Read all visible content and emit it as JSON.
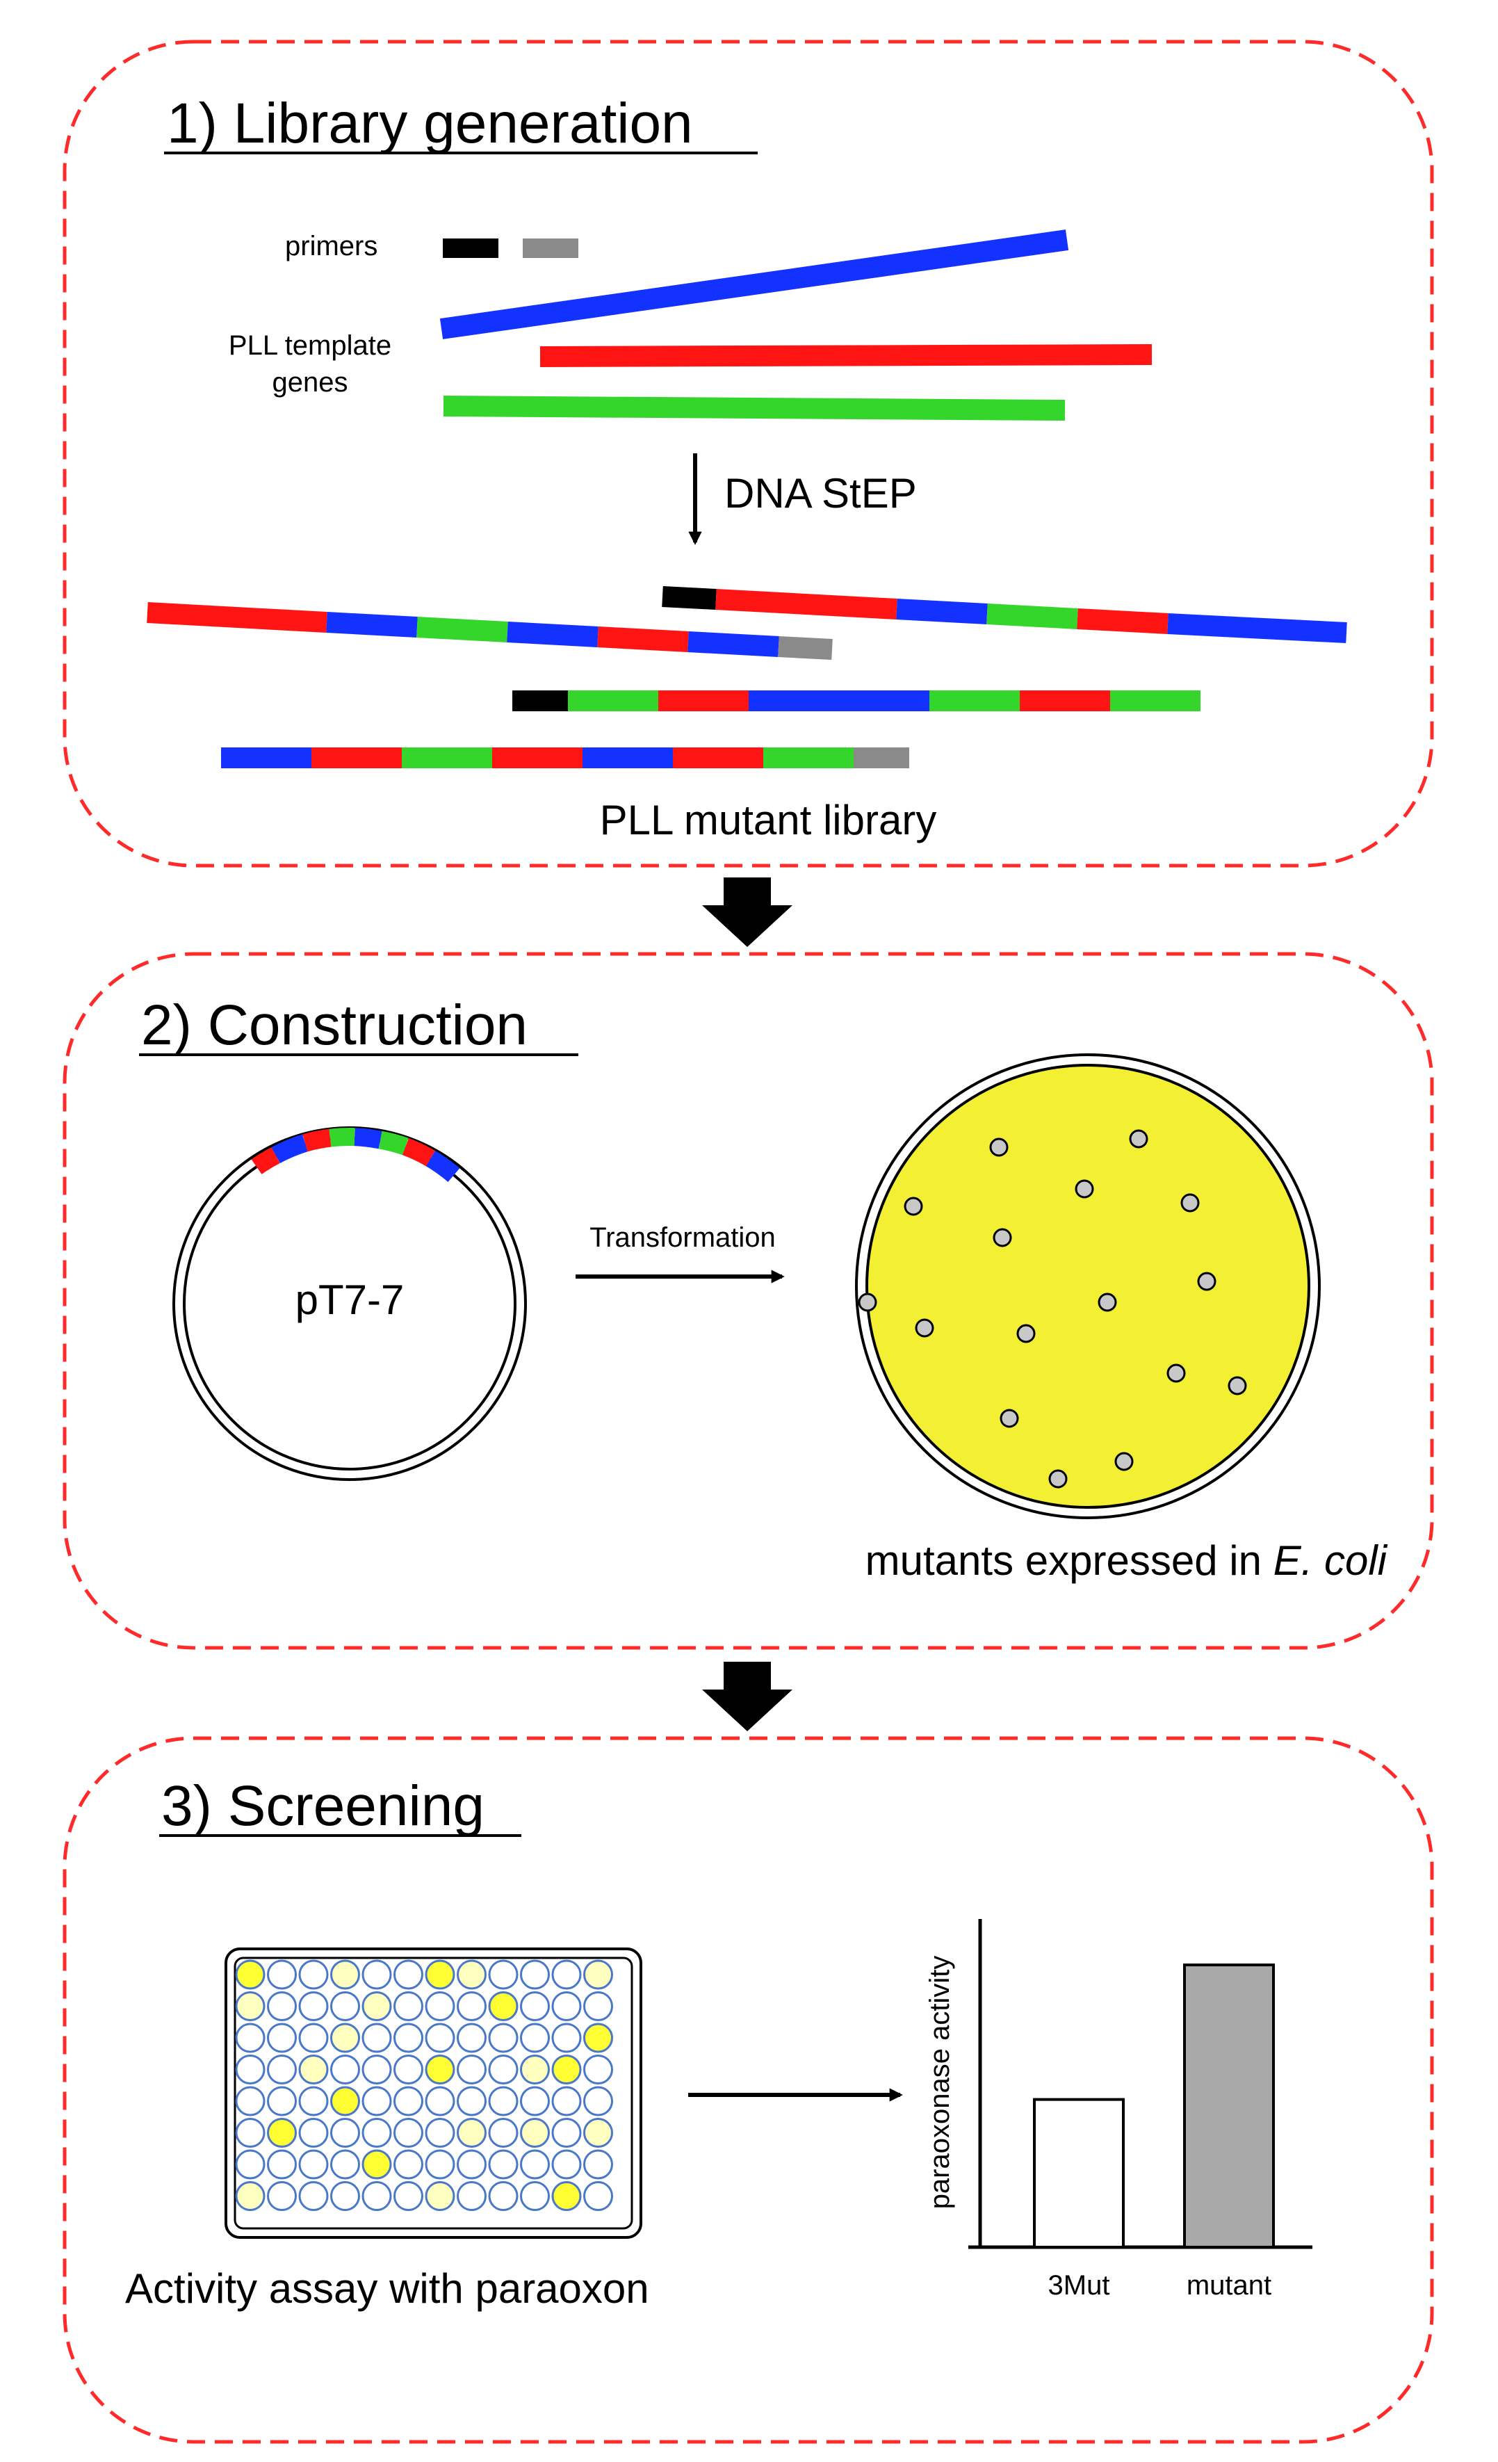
{
  "colors": {
    "frame": "#ff2a2a",
    "blue": "#1432ff",
    "red": "#ff1414",
    "green": "#34d62c",
    "black": "#000000",
    "gray": "#8a8a8a",
    "plate": "#f3f033",
    "colony": "#c8c8c8",
    "well_outline": "#4a78c8",
    "well_yellow": "#ffff33",
    "well_pale": "#ffffbf",
    "bar_mutant": "#a9a9a9"
  },
  "section1": {
    "title": "1) Library generation",
    "primers_label": "primers",
    "template_label_line1": "PLL template",
    "template_label_line2": "genes",
    "step_label": "DNA StEP",
    "library_label": "PLL mutant library"
  },
  "section2": {
    "title": "2) Construction",
    "plasmid_label": "pT7-7",
    "transformation_label": "Transformation",
    "caption_prefix": "mutants expressed in ",
    "caption_species": "E. coli"
  },
  "section3": {
    "title": "3) Screening",
    "assay_label": "Activity assay with paraoxon"
  },
  "chart_data": {
    "type": "bar",
    "categories": [
      "3Mut",
      "mutant"
    ],
    "values": [
      0.45,
      0.86
    ],
    "ylabel": "paraoxonase activity",
    "ylim": [
      0,
      1
    ],
    "grid": false
  }
}
